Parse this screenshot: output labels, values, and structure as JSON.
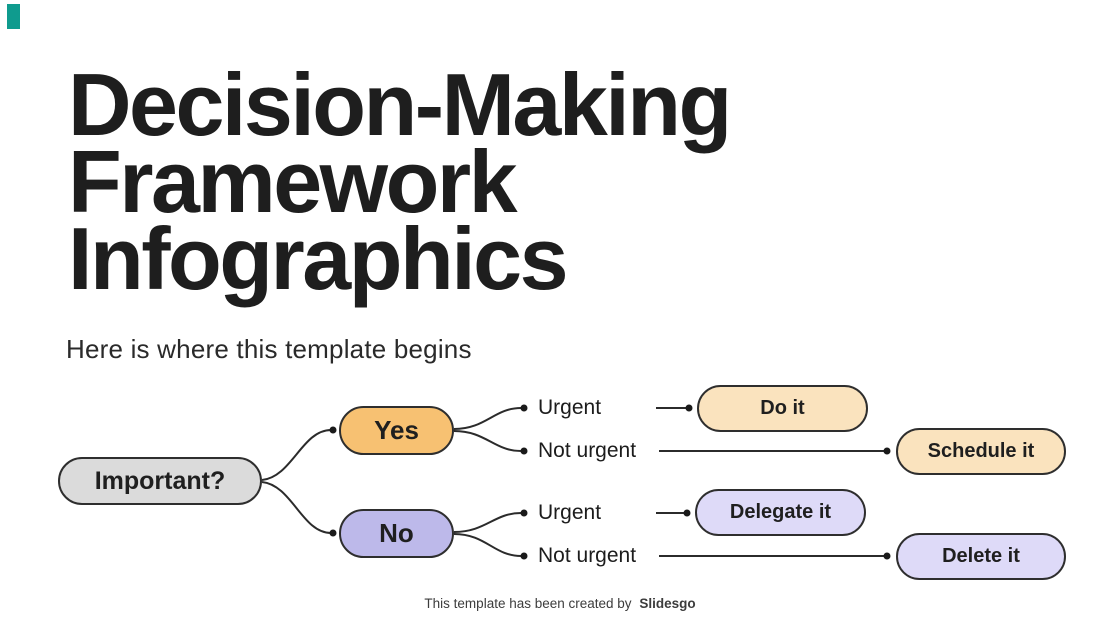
{
  "slide": {
    "title_lines": [
      "Decision-Making",
      "Framework",
      "Infographics"
    ],
    "subtitle": "Here is where this template begins",
    "credit": {
      "text": "This template has been created by",
      "brand": "Slidesgo"
    },
    "accent_color": "#0F9B8E",
    "background_color": "#FFFFFF",
    "title_color": "#1E1E1E"
  },
  "flowchart": {
    "line_color": "#2B2B2B",
    "node_border_color": "#2E2E2E",
    "root": {
      "label": "Important?",
      "fill": "#DBDBDB"
    },
    "branches": [
      {
        "label": "Yes",
        "fill": "#F7C172"
      },
      {
        "label": "No",
        "fill": "#BDB9EA"
      }
    ],
    "outcomes": [
      {
        "branch": "Yes",
        "condition": "Urgent",
        "action": "Do it",
        "fill": "#FAE3BE"
      },
      {
        "branch": "Yes",
        "condition": "Not urgent",
        "action": "Schedule it",
        "fill": "#FAE3BE"
      },
      {
        "branch": "No",
        "condition": "Urgent",
        "action": "Delegate it",
        "fill": "#DEDAF8"
      },
      {
        "branch": "No",
        "condition": "Not urgent",
        "action": "Delete it",
        "fill": "#DEDAF8"
      }
    ]
  }
}
